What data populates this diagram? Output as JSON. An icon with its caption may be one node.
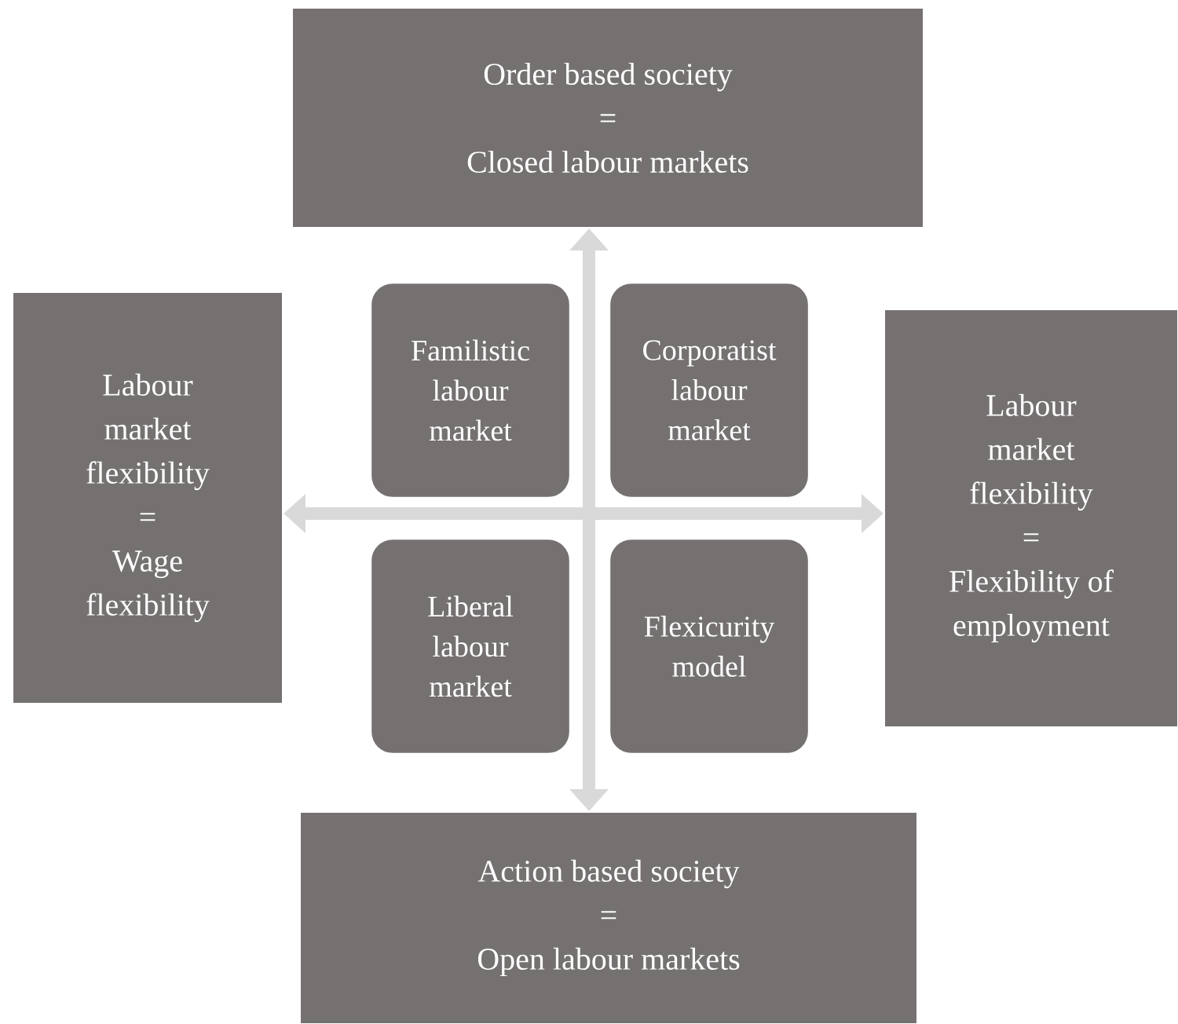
{
  "diagram": {
    "nodes": [
      {
        "text": [
          "Order based society",
          "=",
          "Closed labour markets"
        ]
      },
      {
        "text": [
          "Labour market flexibility",
          "=",
          "Wage flexibility"
        ]
      },
      {
        "text": [
          "Familistic labour market"
        ]
      },
      {
        "text": [
          "Corporatist labour market"
        ]
      },
      {
        "text": [
          "Liberal labour market"
        ]
      },
      {
        "text": [
          "Flexicurity model"
        ]
      },
      {
        "text": [
          "Labour market flexibility",
          "=",
          "Flexibility of employment"
        ]
      },
      {
        "text": [
          "Action based society",
          "=",
          "Open labour markets"
        ]
      }
    ],
    "edges": [
      {
        "from": 0,
        "to": 7,
        "arrow": "both"
      },
      {
        "from": 1,
        "to": 6,
        "arrow": "both"
      }
    ]
  }
}
